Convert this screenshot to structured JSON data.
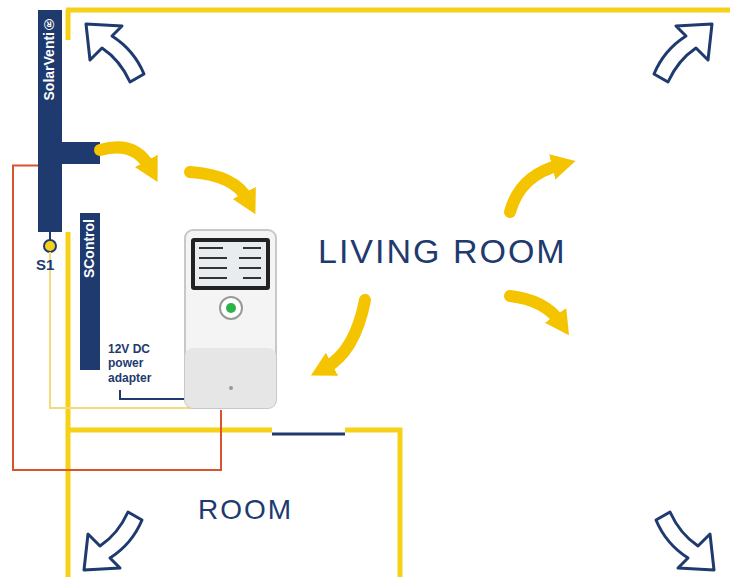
{
  "diagram": {
    "nodes": [
      {
        "text": [
          "SolarVenti®"
        ]
      },
      {
        "text": [
          "SControl"
        ]
      },
      {
        "text": [
          "LIVING ROOM"
        ]
      },
      {
        "text": [
          "ROOM"
        ]
      }
    ],
    "edges": [
      {
        "from": 0,
        "to": 1,
        "arrow": "none"
      }
    ],
    "labels": [
      "S1",
      "12V DC power adapter"
    ]
  }
}
